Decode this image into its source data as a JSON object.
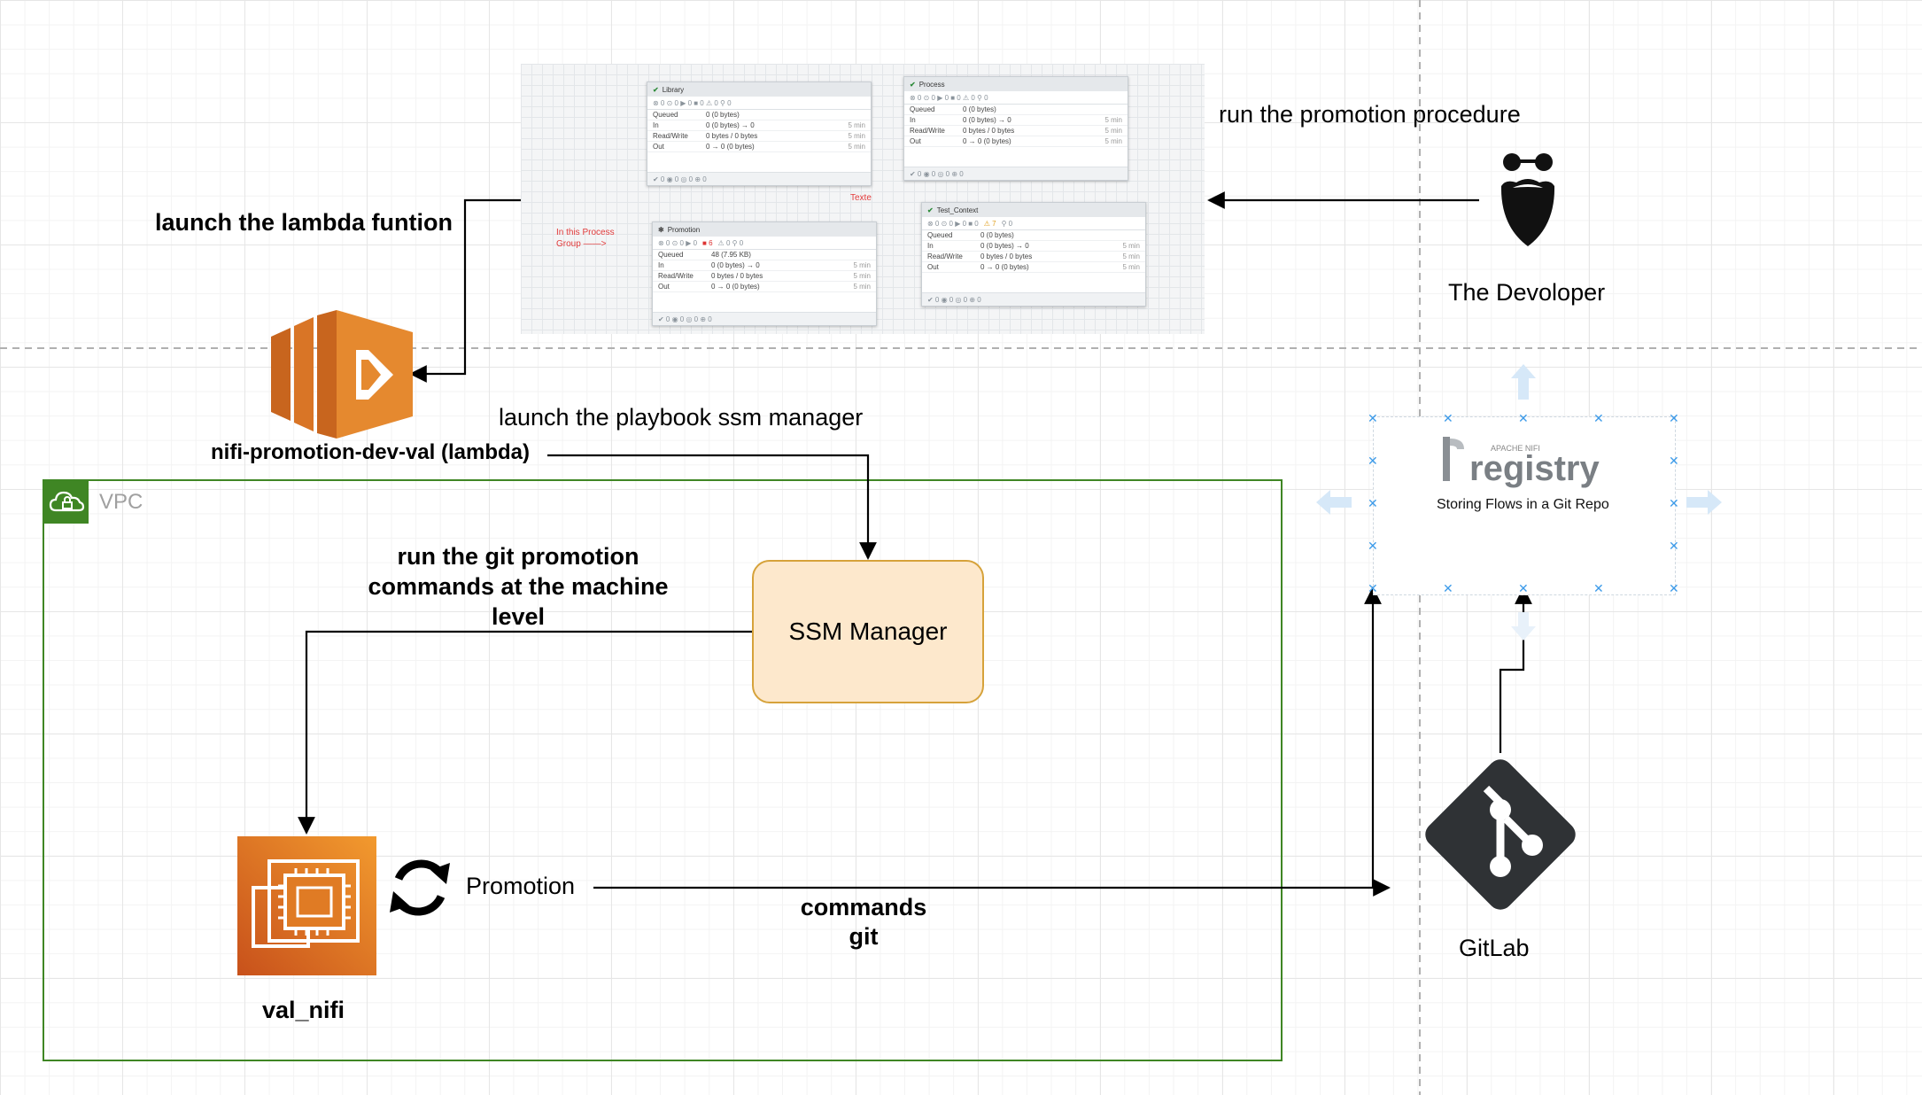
{
  "nifi_screenshot": {
    "cards": [
      {
        "title": "Library",
        "status": "✔",
        "rows": [
          [
            "Queued",
            "0 (0 bytes)",
            ""
          ],
          [
            "In",
            "0 (0 bytes) → 0",
            "5 min"
          ],
          [
            "Read/Write",
            "0 bytes / 0 bytes",
            "5 min"
          ],
          [
            "Out",
            "0 → 0 (0 bytes)",
            "5 min"
          ]
        ]
      },
      {
        "title": "Process",
        "status": "✔",
        "rows": [
          [
            "Queued",
            "0 (0 bytes)",
            ""
          ],
          [
            "In",
            "0 (0 bytes) → 0",
            "5 min"
          ],
          [
            "Read/Write",
            "0 bytes / 0 bytes",
            "5 min"
          ],
          [
            "Out",
            "0 → 0 (0 bytes)",
            "5 min"
          ]
        ]
      },
      {
        "title": "Promotion",
        "status": "✱",
        "rows": [
          [
            "Queued",
            "48 (7.95 KB)",
            ""
          ],
          [
            "In",
            "0 (0 bytes) → 0",
            "5 min"
          ],
          [
            "Read/Write",
            "0 bytes / 0 bytes",
            "5 min"
          ],
          [
            "Out",
            "0 → 0 (0 bytes)",
            "5 min"
          ]
        ]
      },
      {
        "title": "Test_Context",
        "status": "✔",
        "rows": [
          [
            "Queued",
            "0 (0 bytes)",
            ""
          ],
          [
            "In",
            "0 (0 bytes) → 0",
            "5 min"
          ],
          [
            "Read/Write",
            "0 bytes / 0 bytes",
            "5 min"
          ],
          [
            "Out",
            "0 → 0 (0 bytes)",
            "5 min"
          ]
        ]
      }
    ],
    "note_texte": "Texte",
    "note_process_group": "In this Process Group ——>"
  },
  "labels": {
    "launch_lambda": "launch the lambda funtion",
    "run_promotion": "run the promotion procedure",
    "developer": "The Devoloper",
    "lambda_name": "nifi-promotion-dev-val (lambda)",
    "launch_playbook": "launch the playbook ssm manager",
    "vpc": "VPC",
    "run_git_line1": "run the git promotion",
    "run_git_line2": "commands at the machine",
    "run_git_line3": "level",
    "ssm_manager": "SSM Manager",
    "promotion": "Promotion",
    "commands_git_line1": "commands",
    "commands_git_line2": "git",
    "val_nifi": "val_nifi",
    "gitlab": "GitLab"
  },
  "registry": {
    "small_caption": "APACHE NIFI",
    "wordmark": "registry",
    "tagline": "Storing Flows in a Git Repo"
  },
  "colors": {
    "vpc_border": "#3f8624",
    "ssm_fill": "#fde8cc",
    "ssm_border": "#d6a23a",
    "lambda_orange": "#e5892f",
    "ec2_orange": "#e07b24",
    "gitlab_dark": "#2f3235"
  }
}
